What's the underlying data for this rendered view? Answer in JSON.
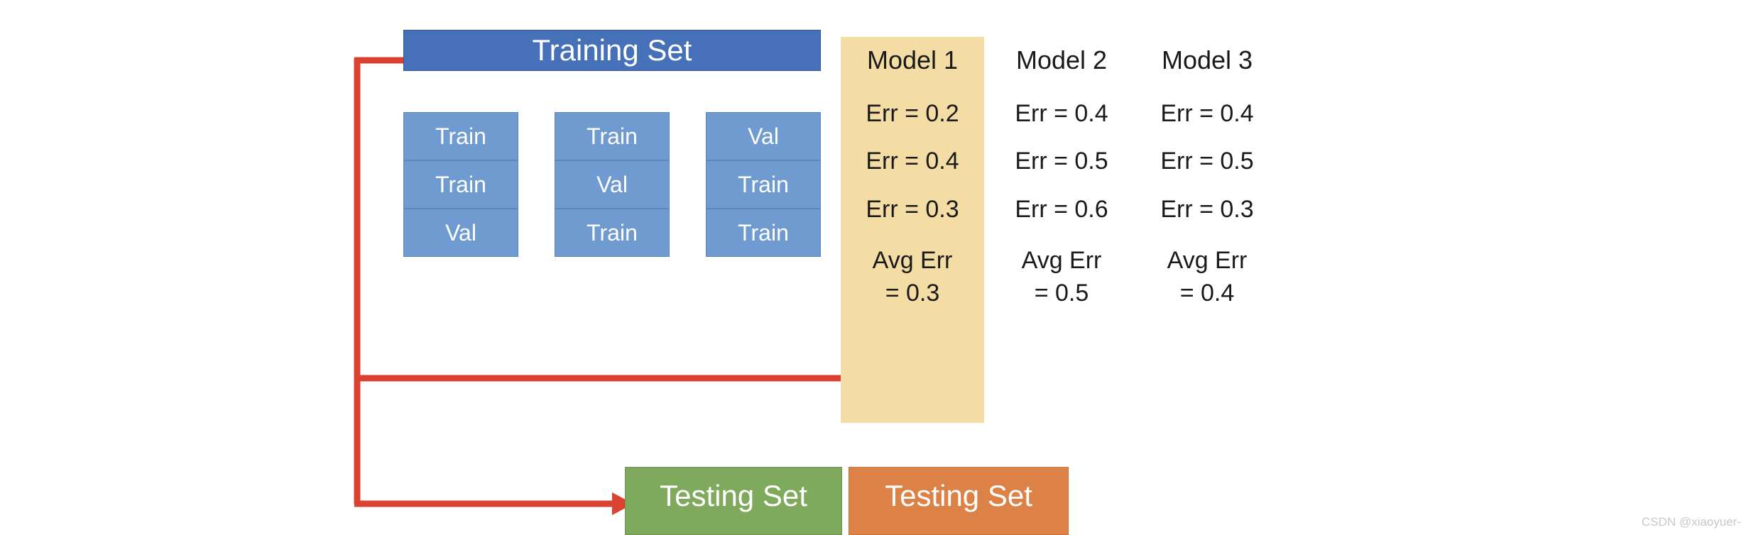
{
  "diagram": {
    "title_box": {
      "label": "Training Set",
      "color": "#4671b8"
    },
    "fold_grid": {
      "rows": [
        [
          "Train",
          "Train",
          "Val"
        ],
        [
          "Train",
          "Val",
          "Train"
        ],
        [
          "Val",
          "Train",
          "Train"
        ]
      ],
      "cell_color": "#709bd0"
    },
    "models": [
      {
        "title": "Model 1",
        "errors": [
          "Err = 0.2",
          "Err = 0.4",
          "Err = 0.3"
        ],
        "avg_label": "Avg Err",
        "avg_value": "= 0.3",
        "highlighted": true,
        "highlight_color": "#f4dca5"
      },
      {
        "title": "Model 2",
        "errors": [
          "Err = 0.4",
          "Err = 0.5",
          "Err = 0.6"
        ],
        "avg_label": "Avg Err",
        "avg_value": "= 0.5",
        "highlighted": false,
        "highlight_color": ""
      },
      {
        "title": "Model 3",
        "errors": [
          "Err = 0.4",
          "Err = 0.5",
          "Err = 0.3"
        ],
        "avg_label": "Avg Err",
        "avg_value": "= 0.4",
        "highlighted": false,
        "highlight_color": ""
      }
    ],
    "testing_green": {
      "label": "Testing Set",
      "color": "#7fa95c"
    },
    "testing_orange": {
      "label": "Testing Set",
      "color": "#dd8247"
    },
    "connector": {
      "color": "#d9432f"
    }
  },
  "watermark": {
    "text": "CSDN @xiaoyuer-"
  }
}
